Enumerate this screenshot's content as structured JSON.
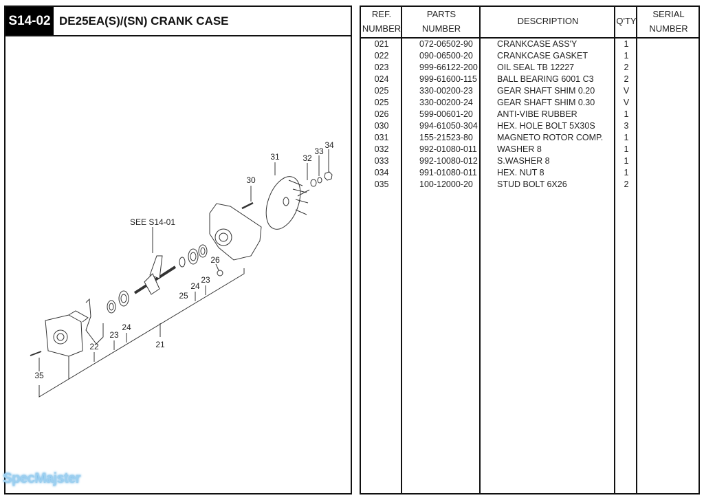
{
  "header": {
    "code": "S14-02",
    "title": "DE25EA(S)/(SN)  CRANK CASE"
  },
  "diagram": {
    "callouts": {
      "c21": "21",
      "c22": "22",
      "c23a": "23",
      "c23b": "23",
      "c24a": "24",
      "c24b": "24",
      "c25": "25",
      "c26": "26",
      "c30": "30",
      "c31": "31",
      "c32": "32",
      "c33": "33",
      "c34": "34",
      "c35": "35",
      "see": "SEE S14-01"
    }
  },
  "table": {
    "headers": {
      "ref1": "REF.",
      "ref2": "NUMBER",
      "parts1": "PARTS",
      "parts2": "NUMBER",
      "desc": "DESCRIPTION",
      "qty": "Q'TY",
      "serial1": "SERIAL",
      "serial2": "NUMBER"
    },
    "rows": [
      {
        "ref": "021",
        "part": "072-06502-90",
        "desc": "CRANKCASE ASS'Y",
        "qty": "1"
      },
      {
        "ref": "022",
        "part": "090-06500-20",
        "desc": "CRANKCASE GASKET",
        "qty": "1"
      },
      {
        "ref": "023",
        "part": "999-66122-200",
        "desc": "OIL SEAL TB 12227",
        "qty": "2"
      },
      {
        "ref": "024",
        "part": "999-61600-115",
        "desc": "BALL BEARING 6001 C3",
        "qty": "2"
      },
      {
        "ref": "025",
        "part": "330-00200-23",
        "desc": "GEAR SHAFT SHIM 0.20",
        "qty": "V"
      },
      {
        "ref": "025",
        "part": "330-00200-24",
        "desc": "GEAR SHAFT SHIM 0.30",
        "qty": "V"
      },
      {
        "ref": "026",
        "part": "599-00601-20",
        "desc": "ANTI-VIBE RUBBER",
        "qty": "1"
      },
      {
        "ref": "030",
        "part": "994-61050-304",
        "desc": "HEX. HOLE BOLT 5X30S",
        "qty": "3"
      },
      {
        "ref": "031",
        "part": "155-21523-80",
        "desc": "MAGNETO ROTOR COMP.",
        "qty": "1"
      },
      {
        "ref": "032",
        "part": "992-01080-011",
        "desc": "WASHER 8",
        "qty": "1"
      },
      {
        "ref": "033",
        "part": "992-10080-012",
        "desc": "S.WASHER 8",
        "qty": "1"
      },
      {
        "ref": "034",
        "part": "991-01080-011",
        "desc": "HEX. NUT 8",
        "qty": "1"
      },
      {
        "ref": "035",
        "part": "100-12000-20",
        "desc": "STUD BOLT 6X26",
        "qty": "2"
      }
    ]
  },
  "watermark": "SpecMajster"
}
